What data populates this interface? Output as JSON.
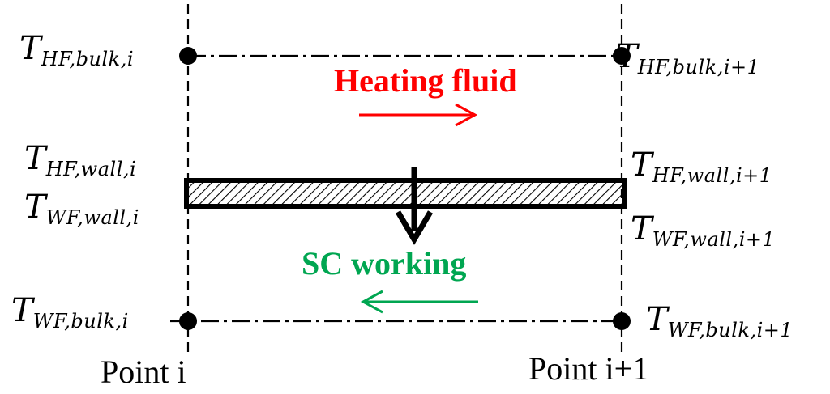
{
  "labels": {
    "hf_bulk_i": {
      "main": "T",
      "sub": "HF,bulk,i"
    },
    "hf_bulk_i1": {
      "main": "T",
      "sub": "HF,bulk,i+1"
    },
    "hf_wall_i": {
      "main": "T",
      "sub": "HF,wall,i"
    },
    "hf_wall_i1": {
      "main": "T",
      "sub": "HF,wall,i+1"
    },
    "wf_wall_i": {
      "main": "T",
      "sub": "WF,wall,i"
    },
    "wf_wall_i1": {
      "main": "T",
      "sub": "WF,wall,i+1"
    },
    "wf_bulk_i": {
      "main": "T",
      "sub": "WF,bulk,i"
    },
    "wf_bulk_i1": {
      "main": "T",
      "sub": "WF,bulk,i+1"
    }
  },
  "flows": {
    "heating": {
      "text": "Heating fluid",
      "color": "#ff0000"
    },
    "working": {
      "text": "SC working",
      "color": "#00a651"
    }
  },
  "points": {
    "left": "Point i",
    "right": "Point i+1"
  }
}
